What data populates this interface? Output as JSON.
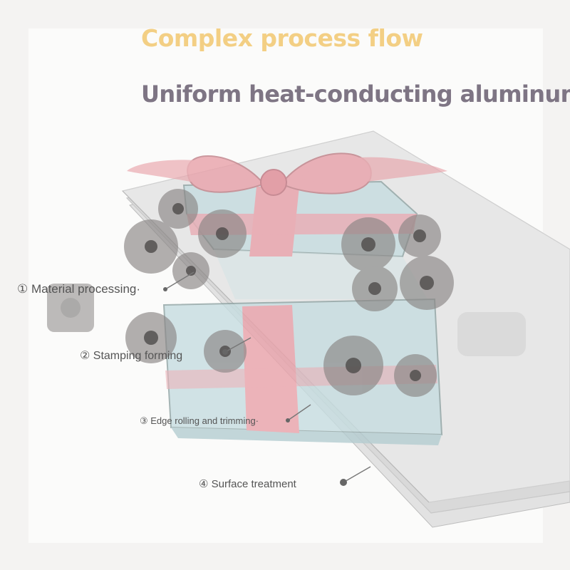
{
  "header": {
    "title": "Complex process flow",
    "subtitle": "Uniform heat-conducting aluminum"
  },
  "process_steps": [
    {
      "label": "① Material processing·"
    },
    {
      "label": "② Stamping forming"
    },
    {
      "label": "③ Edge rolling and trimming·"
    },
    {
      "label": "④ Surface treatment"
    }
  ],
  "colors": {
    "title": "#f3cf84",
    "subtitle": "#7e7584",
    "label": "#555555",
    "ribbon": "#e9a2aa",
    "gift_box": "#c6dde0",
    "roller": "#8a8685"
  },
  "icons": {
    "illustration": "gift-box-with-ribbon",
    "rollers": "roller-icon"
  }
}
